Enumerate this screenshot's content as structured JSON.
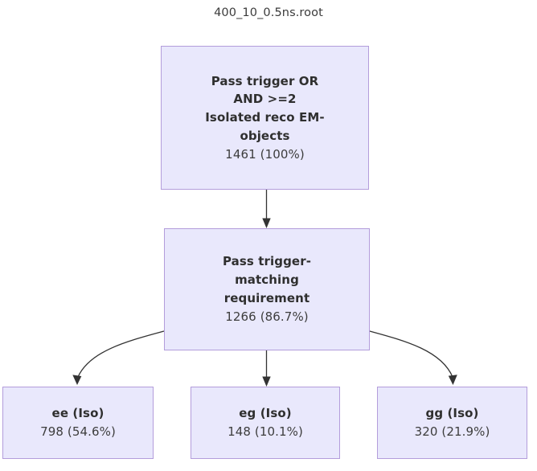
{
  "title": "400_10_0.5ns.root",
  "colors": {
    "node_fill": "#e9e8fc",
    "node_border": "#b39ddb",
    "edge": "#333333",
    "text": "#2f2f2f",
    "title_text": "#3b3b3b"
  },
  "chart_data": {
    "type": "diagram",
    "title": "400_10_0.5ns.root",
    "diagram_kind": "cutflow-flowchart",
    "nodes": [
      {
        "id": "root",
        "label": "Pass trigger OR\nAND >=2\nIsolated reco EM-\nobjects",
        "count": 1461,
        "percent": "100%",
        "count_text": "1461 (100%)"
      },
      {
        "id": "match",
        "label": "Pass trigger-\nmatching\nrequirement",
        "count": 1266,
        "percent": "86.7%",
        "count_text": "1266 (86.7%)"
      },
      {
        "id": "ee",
        "label": "ee (Iso)",
        "count": 798,
        "percent": "54.6%",
        "count_text": "798 (54.6%)"
      },
      {
        "id": "eg",
        "label": "eg (Iso)",
        "count": 148,
        "percent": "10.1%",
        "count_text": "148 (10.1%)"
      },
      {
        "id": "gg",
        "label": "gg (Iso)",
        "count": 320,
        "percent": "21.9%",
        "count_text": "320 (21.9%)"
      }
    ],
    "edges": [
      {
        "from": "root",
        "to": "match",
        "style": "straight-down-arrow"
      },
      {
        "from": "match",
        "to": "ee",
        "style": "curved-left-arrow"
      },
      {
        "from": "match",
        "to": "eg",
        "style": "straight-down-arrow"
      },
      {
        "from": "match",
        "to": "gg",
        "style": "curved-right-arrow"
      }
    ]
  },
  "nodes": {
    "root": {
      "label": "Pass trigger OR\nAND >=2\nIsolated reco EM-\nobjects",
      "count_text": "1461 (100%)"
    },
    "match": {
      "label": "Pass trigger-\nmatching\nrequirement",
      "count_text": "1266 (86.7%)"
    },
    "ee": {
      "label": "ee (Iso)",
      "count_text": "798 (54.6%)"
    },
    "eg": {
      "label": "eg (Iso)",
      "count_text": "148 (10.1%)"
    },
    "gg": {
      "label": "gg (Iso)",
      "count_text": "320 (21.9%)"
    }
  }
}
